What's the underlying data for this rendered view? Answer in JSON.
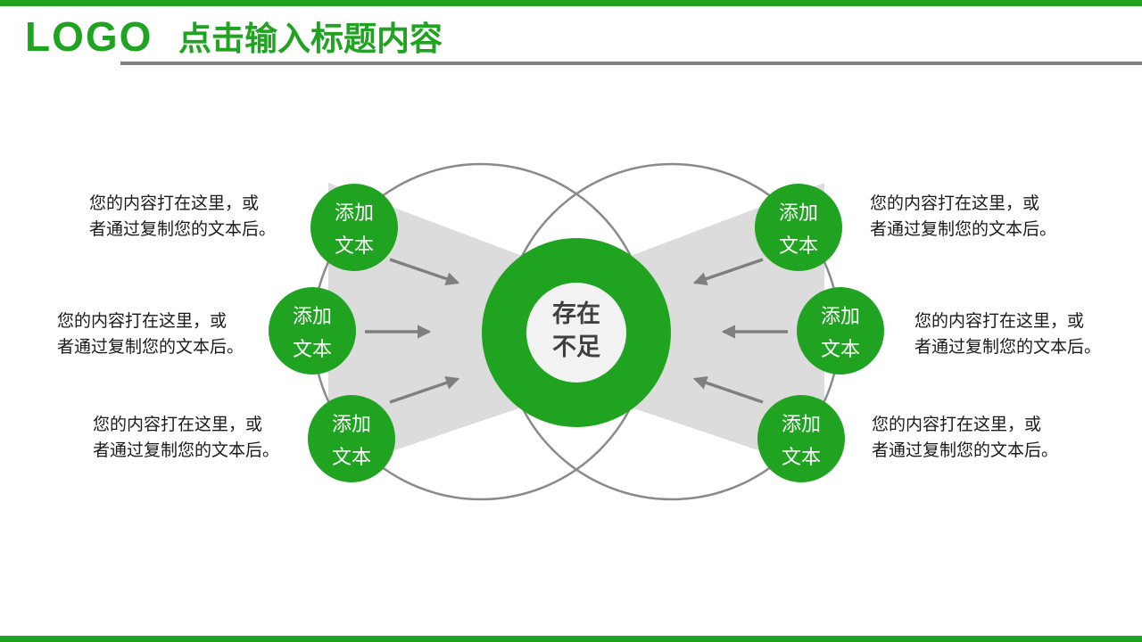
{
  "slide": {
    "logo": "LOGO",
    "title": "点击输入标题内容"
  },
  "center_node": {
    "line1": "存在",
    "line2": "不足"
  },
  "add_nodes": [
    {
      "position": "top-left",
      "line1": "添加",
      "line2": "文本"
    },
    {
      "position": "middle-left",
      "line1": "添加",
      "line2": "文本"
    },
    {
      "position": "bottom-left",
      "line1": "添加",
      "line2": "文本"
    },
    {
      "position": "top-right",
      "line1": "添加",
      "line2": "文本"
    },
    {
      "position": "middle-right",
      "line1": "添加",
      "line2": "文本"
    },
    {
      "position": "bottom-right",
      "line1": "添加",
      "line2": "文本"
    }
  ],
  "captions": [
    {
      "position": "left-top",
      "line1": "您的内容打在这里，或",
      "line2": "者通过复制您的文本后。"
    },
    {
      "position": "left-middle",
      "line1": "您的内容打在这里，或",
      "line2": "者通过复制您的文本后。"
    },
    {
      "position": "left-bottom",
      "line1": "您的内容打在这里，或",
      "line2": "者通过复制您的文本后。"
    },
    {
      "position": "right-top",
      "line1": "您的内容打在这里，或",
      "line2": "者通过复制您的文本后。"
    },
    {
      "position": "right-middle",
      "line1": "您的内容打在这里，或",
      "line2": "者通过复制您的文本后。"
    },
    {
      "position": "right-bottom",
      "line1": "您的内容打在这里，或",
      "line2": "者通过复制您的文本后。"
    }
  ],
  "colors": {
    "accent_green": "#1fa321",
    "beam_gray": "#dcdcdc",
    "circle_outline_gray": "#8a8a8a",
    "arrow_gray": "#7f7f7f",
    "body_text": "#1a1a1a",
    "center_text": "#3f3f3f",
    "center_inner_fill": "#f2f2f2",
    "header_rule_gray": "#808080"
  }
}
